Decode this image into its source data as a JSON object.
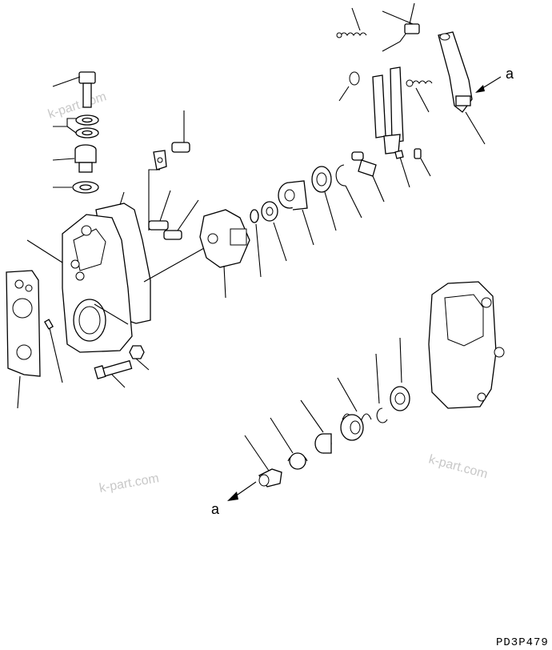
{
  "diagram": {
    "drawing_code": "PD3P479",
    "arrow_labels": [
      "a",
      "a"
    ],
    "watermarks": [
      "k-part.com",
      "k-part.com",
      "k-part.com"
    ]
  }
}
